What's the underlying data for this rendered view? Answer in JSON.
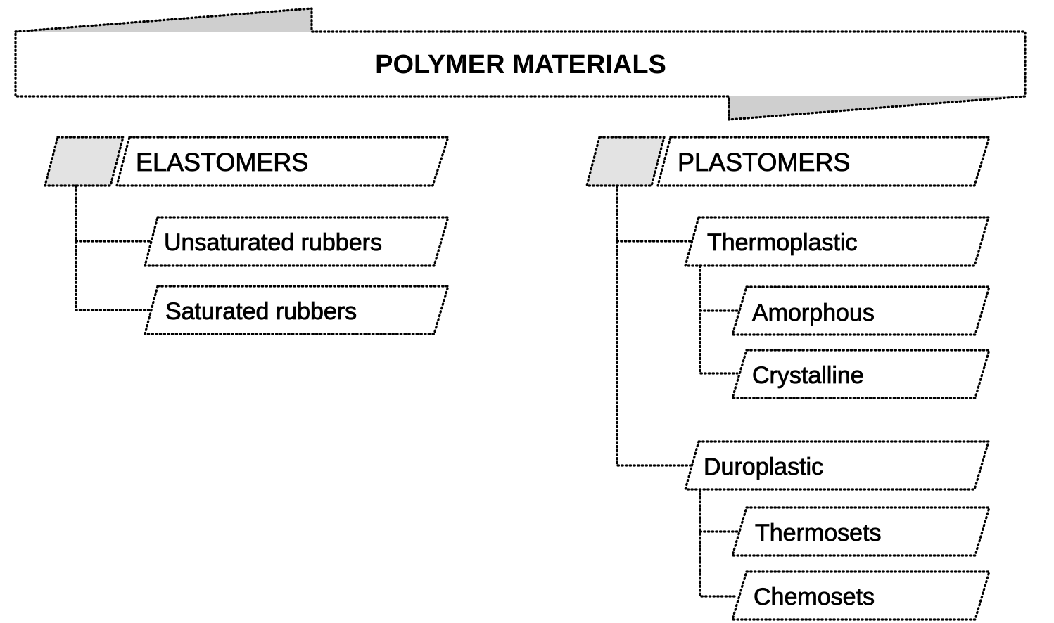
{
  "diagram": {
    "title": "POLYMER MATERIALS",
    "branches": [
      {
        "label": "ELASTOMERS",
        "children": [
          {
            "label": "Unsaturated rubbers",
            "children": []
          },
          {
            "label": "Saturated rubbers",
            "children": []
          }
        ]
      },
      {
        "label": "PLASTOMERS",
        "children": [
          {
            "label": "Thermoplastic",
            "children": [
              {
                "label": "Amorphous"
              },
              {
                "label": "Crystalline"
              }
            ]
          },
          {
            "label": "Duroplastic",
            "children": [
              {
                "label": "Thermosets"
              },
              {
                "label": "Chemosets"
              }
            ]
          }
        ]
      }
    ],
    "colors": {
      "line": "#000000",
      "wedge_fill": "#cfcfcf",
      "tab_fill": "#e3e3e3",
      "background": "#ffffff"
    }
  }
}
